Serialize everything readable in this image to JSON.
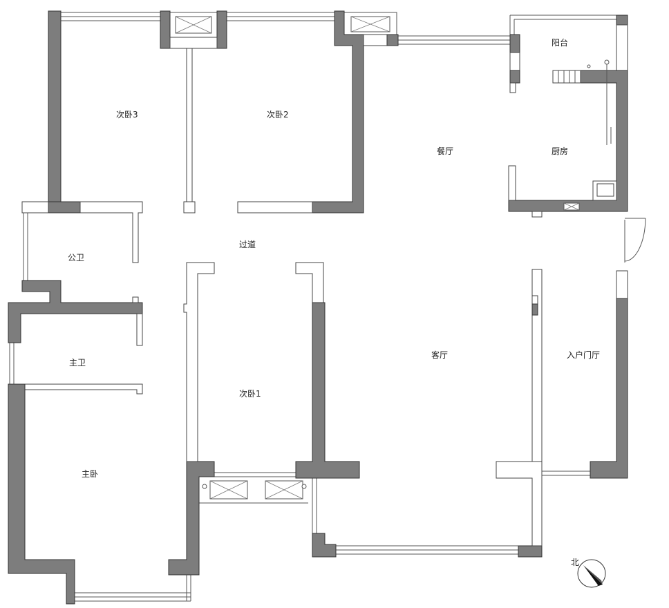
{
  "plan": {
    "rooms": {
      "bedroom3": "次卧3",
      "bedroom2": "次卧2",
      "dining": "餐厅",
      "balcony": "阳台",
      "kitchen": "厨房",
      "corridor": "过道",
      "public_bath": "公卫",
      "master_bath": "主卫",
      "bedroom1": "次卧1",
      "living": "客厅",
      "entry_hall": "入户门厅",
      "master_bedroom": "主卧"
    },
    "compass_label": "北",
    "colors": {
      "wall": "#7d7d7d",
      "line": "#555555",
      "background": "#ffffff"
    }
  }
}
